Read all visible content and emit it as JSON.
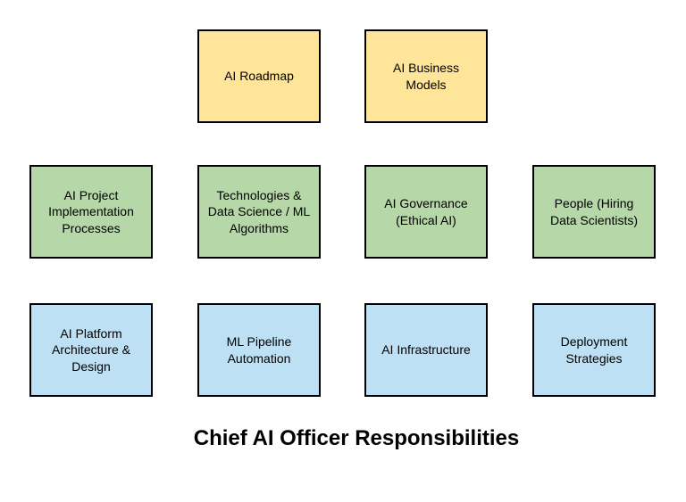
{
  "diagram": {
    "title": "Chief AI Officer Responsibilities",
    "canvas_background": "#FFFFFF",
    "node_border_color": "#000000",
    "text_color": "#000000",
    "rows": [
      {
        "name": "strategy",
        "fill": "#FFE599",
        "nodes": [
          "AI Roadmap",
          "AI Business\nModels"
        ]
      },
      {
        "name": "process-governance",
        "fill": "#B6D7A8",
        "nodes": [
          "AI Project\nImplementation\nProcesses",
          "Technologies &\nData Science / ML\nAlgorithms",
          "AI Governance\n(Ethical AI)",
          "People (Hiring\nData Scientists)"
        ]
      },
      {
        "name": "platform-infrastructure",
        "fill": "#BDE0F4",
        "nodes": [
          "AI Platform\nArchitecture &\nDesign",
          "ML Pipeline\nAutomation",
          "AI Infrastructure",
          "Deployment\nStrategies"
        ]
      }
    ]
  }
}
